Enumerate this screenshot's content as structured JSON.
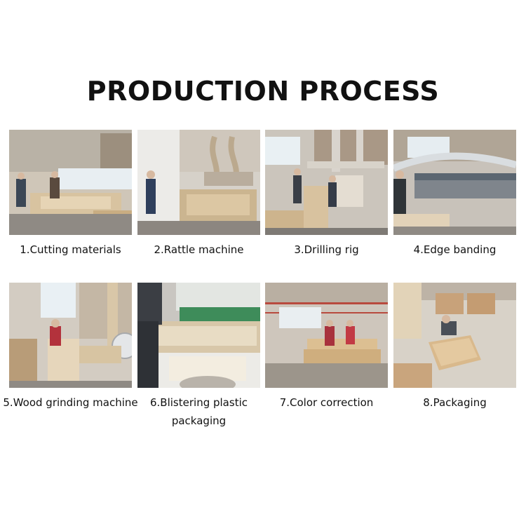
{
  "title": "PRODUCTION PROCESS",
  "steps": [
    {
      "label": "1.Cutting materials"
    },
    {
      "label": "2.Rattle machine"
    },
    {
      "label": "3.Drilling rig"
    },
    {
      "label": "4.Edge banding"
    },
    {
      "label": "5.Wood grinding machine"
    },
    {
      "label": "6.Blistering plastic packaging"
    },
    {
      "label": "7.Color correction"
    },
    {
      "label": "8.Packaging"
    }
  ]
}
